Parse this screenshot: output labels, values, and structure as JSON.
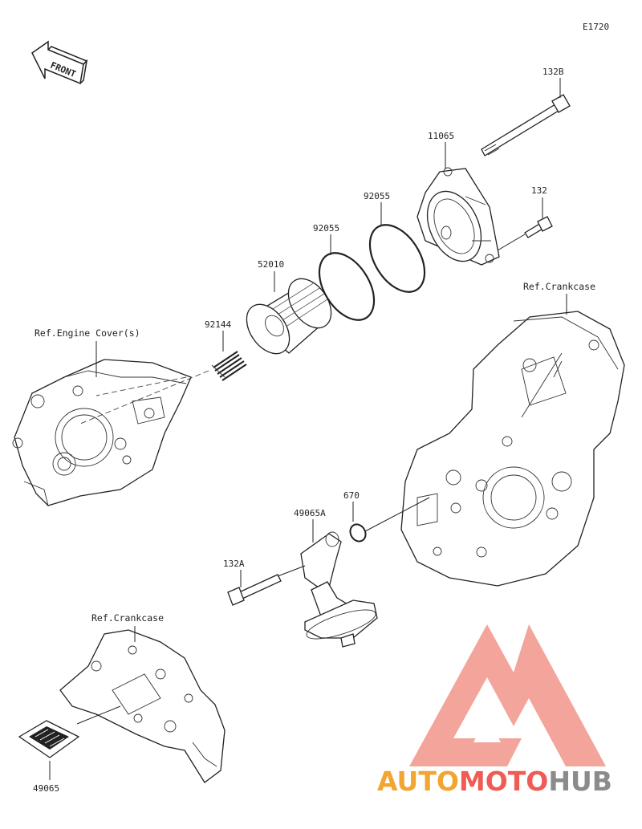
{
  "diagram_code": "E1720",
  "front_label": "FRONT",
  "references": {
    "engine_cover": "Ref.Engine Cover(s)",
    "crankcase_top": "Ref.Crankcase",
    "crankcase_bottom": "Ref.Crankcase"
  },
  "parts": [
    {
      "id": "132B"
    },
    {
      "id": "11065"
    },
    {
      "id": "132"
    },
    {
      "id": "92055"
    },
    {
      "id": "92055"
    },
    {
      "id": "52010"
    },
    {
      "id": "92144"
    },
    {
      "id": "670"
    },
    {
      "id": "49065A"
    },
    {
      "id": "132A"
    },
    {
      "id": "49065"
    }
  ],
  "watermark": {
    "part1": "AUTO",
    "part2": "MOTO",
    "part3": "HUB",
    "colors": {
      "orange": "#f2a531",
      "red": "#ef5b55",
      "gray": "#8b8b8b",
      "logo": "#f29a90"
    }
  }
}
